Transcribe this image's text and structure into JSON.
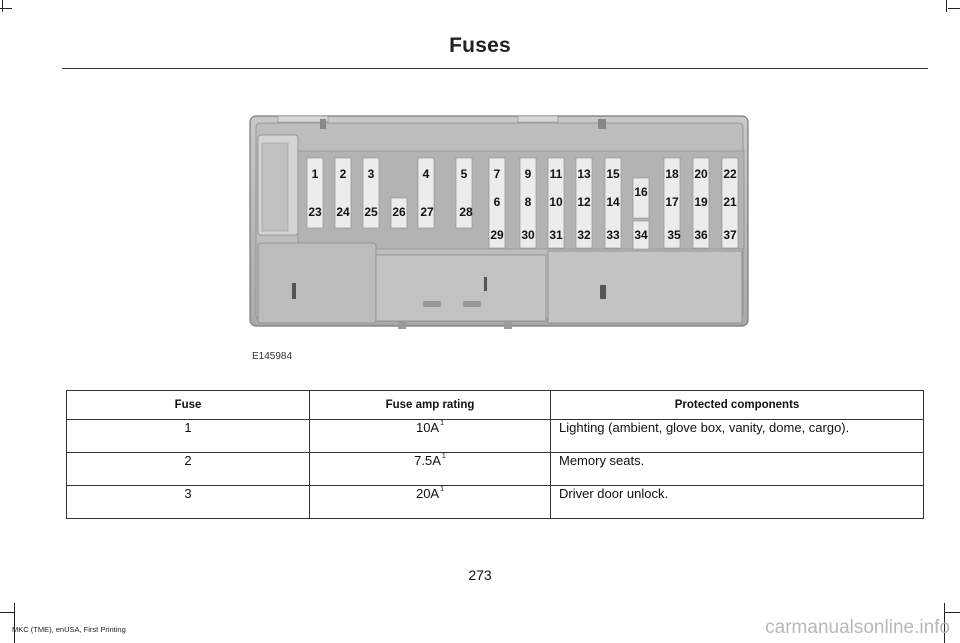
{
  "header": {
    "title": "Fuses"
  },
  "figure": {
    "id": "E145984",
    "fuse_labels": {
      "top_row": [
        "1",
        "2",
        "3",
        "4",
        "5",
        "7",
        "9",
        "11",
        "13",
        "15",
        "18",
        "20",
        "22"
      ],
      "upper_mid_row": [
        "16"
      ],
      "mid_row": [
        "23",
        "24",
        "25",
        "26",
        "27",
        "28",
        "6",
        "8",
        "10",
        "12",
        "14",
        "17",
        "19",
        "21"
      ],
      "bottom_row": [
        "29",
        "30",
        "31",
        "32",
        "33",
        "34",
        "35",
        "36",
        "37"
      ]
    }
  },
  "table": {
    "headers": [
      "Fuse",
      "Fuse amp rating",
      "Protected components"
    ],
    "rows": [
      {
        "fuse": "1",
        "amp": "10A",
        "sup": "1",
        "components": "Lighting (ambient, glove box, vanity, dome, cargo)."
      },
      {
        "fuse": "2",
        "amp": "7.5A",
        "sup": "1",
        "components": "Memory seats."
      },
      {
        "fuse": "3",
        "amp": "20A",
        "sup": "1",
        "components": "Driver door unlock."
      }
    ]
  },
  "page_number": "273",
  "footer": {
    "text": "MKC (TME), enUSA, First Printing"
  },
  "watermark": {
    "text": "carmanualsonline.info"
  }
}
